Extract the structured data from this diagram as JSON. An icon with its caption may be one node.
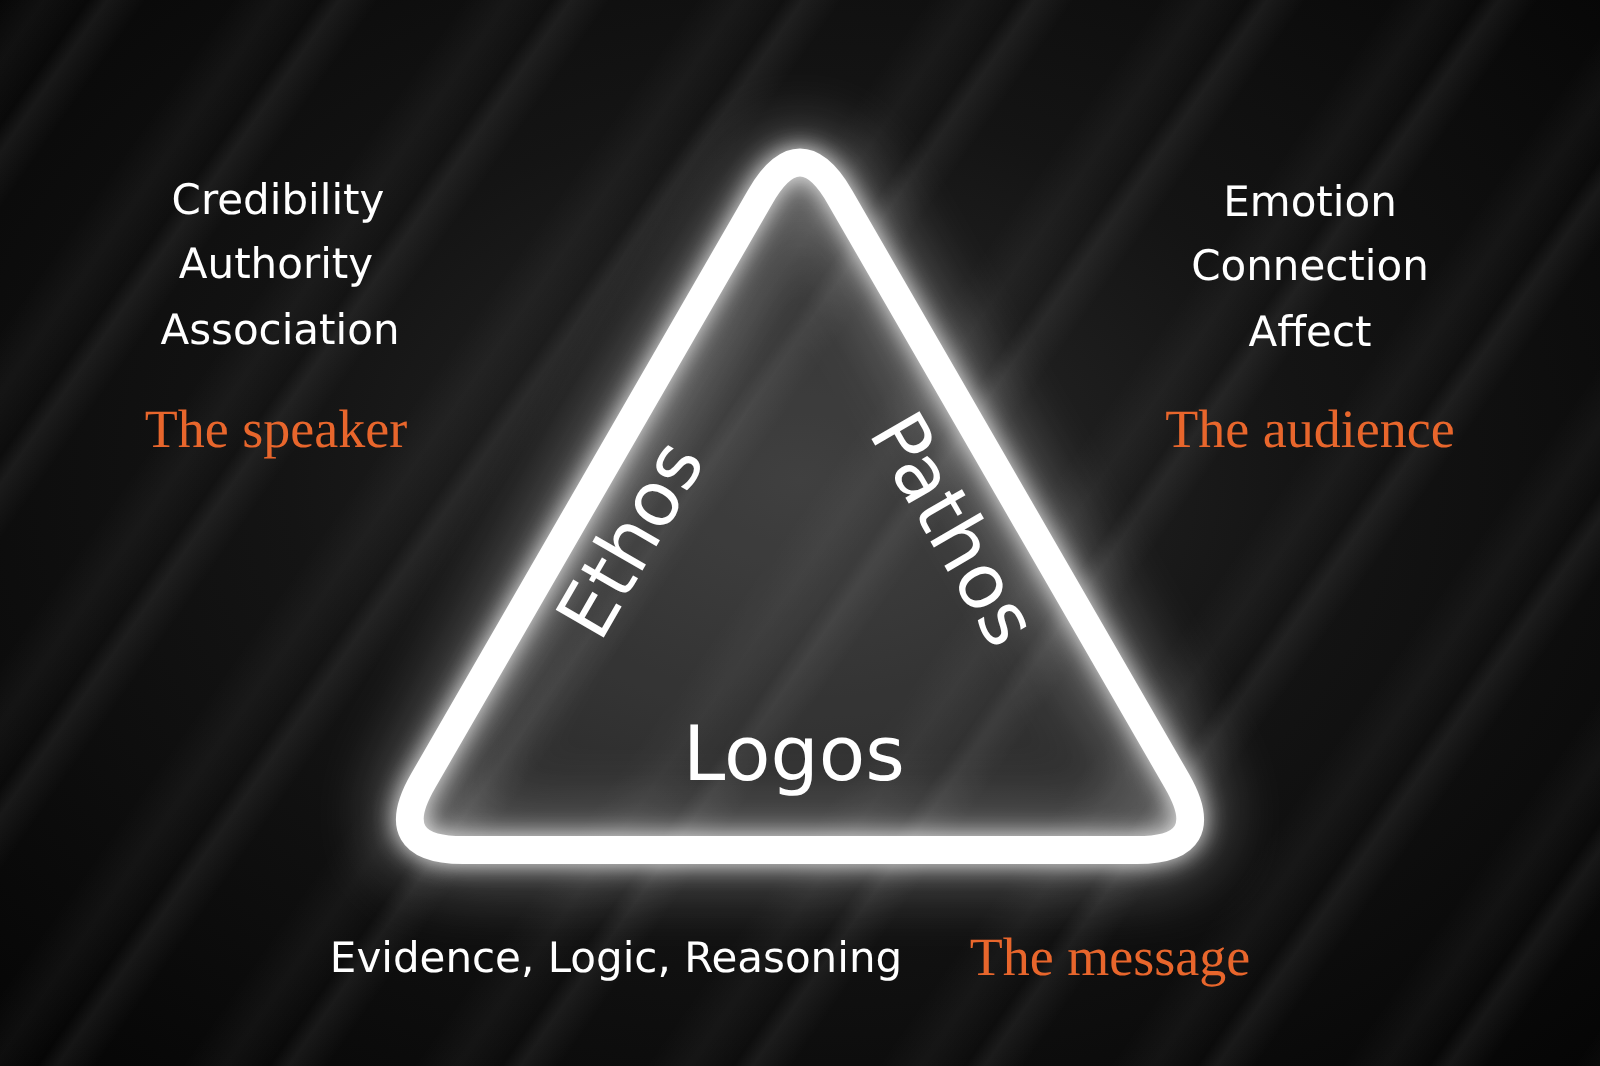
{
  "diagram": {
    "nodes": [
      {
        "text": [
          "Ethos",
          "Pathos",
          "Logos"
        ]
      }
    ],
    "labels": [
      "Credibility",
      "Authority",
      "Association",
      "The speaker",
      "Emotion",
      "Connection",
      "Affect",
      "The audience",
      "Evidence, Logic, Reasoning",
      "The message"
    ]
  }
}
